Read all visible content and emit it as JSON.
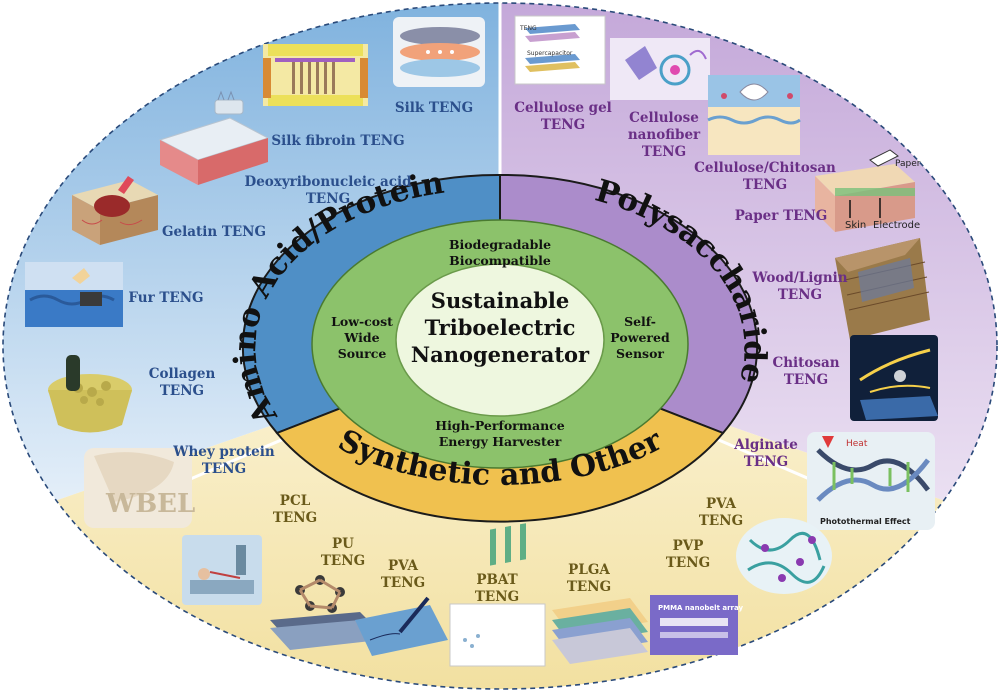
{
  "sectors": {
    "amino": "Amino Acid/Protein",
    "poly": "Polysaccharide",
    "synthetic": "Synthetic and Other"
  },
  "center": {
    "line1": "Sustainable",
    "line2": "Triboelectric",
    "line3": "Nanogenerator"
  },
  "properties": {
    "top_1": "Biodegradable",
    "top_2": "Biocompatible",
    "left_1": "Low-cost",
    "left_2": "Wide",
    "left_3": "Source",
    "right_1": "Self-",
    "right_2": "Powered",
    "right_3": "Sensor",
    "bottom_1": "High-Performance",
    "bottom_2": "Energy Harvester"
  },
  "amino_labels": {
    "silk": "Silk TENG",
    "silk_fibroin": "Silk fibroin TENG",
    "dna_1": "Deoxyribonucleic acid",
    "dna_2": "TENG",
    "gelatin": "Gelatin TENG",
    "fur": "Fur TENG",
    "collagen_1": "Collagen",
    "collagen_2": "TENG",
    "whey_1": "Whey protein",
    "whey_2": "TENG"
  },
  "poly_labels": {
    "cell_gel_1": "Cellulose gel",
    "cell_gel_2": "TENG",
    "cell_nano_1": "Cellulose",
    "cell_nano_2": "nanofiber",
    "cell_nano_3": "TENG",
    "cell_chit_1": "Cellulose/Chitosan",
    "cell_chit_2": "TENG",
    "paper": "Paper TENG",
    "wood_1": "Wood/Lignin",
    "wood_2": "TENG",
    "chitosan_1": "Chitosan",
    "chitosan_2": "TENG",
    "alginate_1": "Alginate",
    "alginate_2": "TENG"
  },
  "synthetic_labels": {
    "pcl_1": "PCL",
    "pcl_2": "TENG",
    "pu_1": "PU",
    "pu_2": "TENG",
    "pva1_1": "PVA",
    "pva1_2": "TENG",
    "pbat_1": "PBAT",
    "pbat_2": "TENG",
    "plga_1": "PLGA",
    "plga_2": "TENG",
    "pvp_1": "PVP",
    "pvp_2": "TENG",
    "pva2_1": "PVA",
    "pva2_2": "TENG"
  },
  "image_text": {
    "wbel": "WBEL",
    "paper_word": "Paper",
    "skin": "Skin",
    "electrode": "Electrode",
    "heat": "Heat",
    "photothermal": "Photothermal Effect",
    "teng_small": "TENG",
    "supercap": "Supercapacitor",
    "pmma": "PMMA nanobelt array"
  },
  "colors": {
    "amino_bg": "#a9cbe6",
    "poly_bg": "#cdb6dd",
    "synthetic_bg": "#f4e7b0",
    "amino_band": "#4f8fc6",
    "poly_band": "#ab8ccb",
    "synthetic_band": "#f0c14f",
    "green_ring": "#8cc26b",
    "core": "#eef7df",
    "blue_text": "#2b4f8c",
    "purple_text": "#6a2f86"
  }
}
